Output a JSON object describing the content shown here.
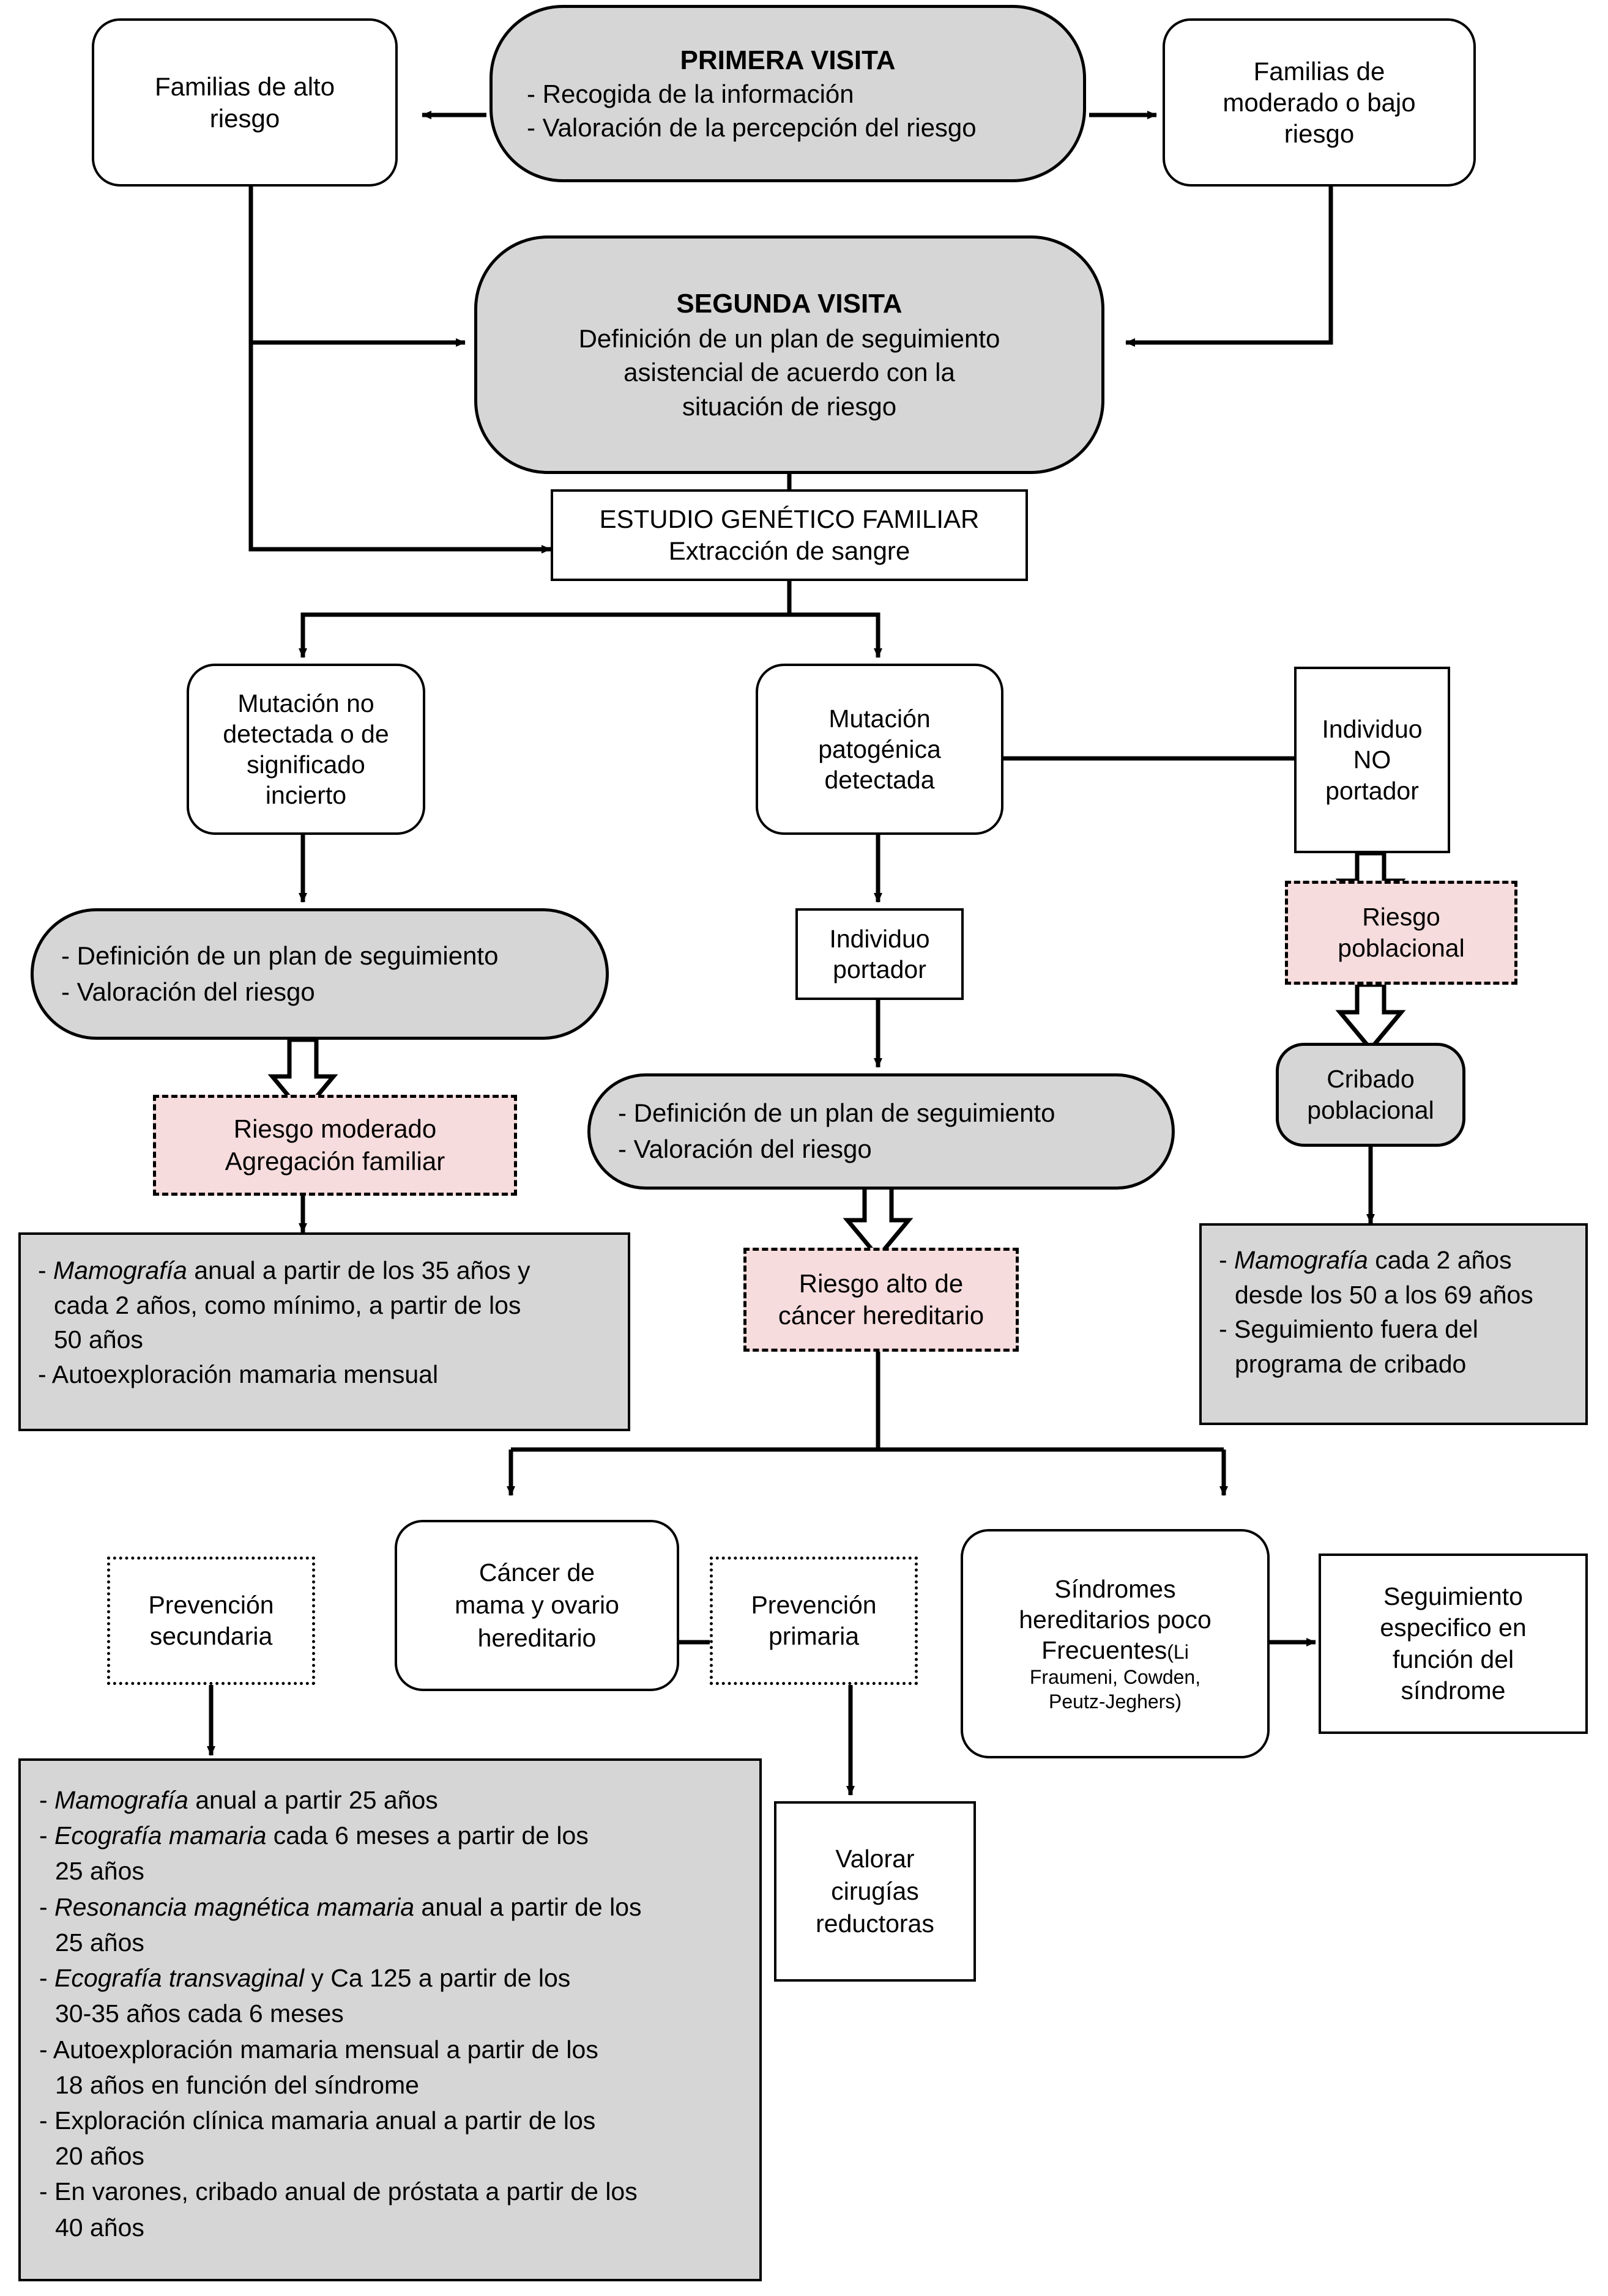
{
  "diagram": {
    "title": "Algoritmo de actuacion en consejo genetico de cancer hereditario",
    "colors": {
      "gray_fill": "#d6d6d6",
      "pink_fill": "#f6dcdc",
      "stroke": "#000000",
      "white_fill": "#ffffff"
    }
  },
  "nodes": {
    "familias_alto": {
      "label": "Familias de alto\nriesgo"
    },
    "primera_visita": {
      "title": "PRIMERA VISITA",
      "line1": "- Recogida de la información",
      "line2": "- Valoración de la percepción del riesgo"
    },
    "familias_moderado": {
      "label": "Familias de\nmoderado o bajo\nriesgo"
    },
    "segunda_visita": {
      "title": "SEGUNDA VISITA",
      "line1": "Definición de un plan de seguimiento",
      "line2": "asistencial de acuerdo con la",
      "line3": "situación de riesgo"
    },
    "estudio_genetico": {
      "line1": "ESTUDIO GENÉTICO FAMILIAR",
      "line2": "Extracción de sangre"
    },
    "mutacion_no_detectada": {
      "label": "Mutación no\ndetectada o de\nsignificado\nincierto"
    },
    "mutacion_patogenica": {
      "label": "Mutación\npatogénica\ndetectada"
    },
    "individuo_no_portador": {
      "label": "Individuo\nNO\nportador"
    },
    "plan_seguimiento_izq": {
      "line1": "- Definición de un plan de seguimiento",
      "line2": "- Valoración del riesgo"
    },
    "individuo_portador": {
      "label": "Individuo\nportador"
    },
    "riesgo_poblacional": {
      "label": "Riesgo\npoblacional"
    },
    "riesgo_moderado": {
      "line1": "Riesgo moderado",
      "line2": "Agregación familiar"
    },
    "plan_seguimiento_centro": {
      "line1": "- Definición de un plan de seguimiento",
      "line2": "- Valoración del riesgo"
    },
    "cribado_poblacional": {
      "label": "Cribado\npoblacional"
    },
    "riesgo_alto": {
      "line1": "Riesgo alto de",
      "line2": "cáncer hereditario"
    },
    "seguimiento_moderado": {
      "items": [
        {
          "prefix": "- ",
          "em": "Mamografía",
          "rest": " anual a partir de los 35 años y"
        },
        {
          "prefix": "",
          "em": "",
          "rest": "cada 2 años, como mínimo, a partir de los"
        },
        {
          "prefix": "",
          "em": "",
          "rest": "50 años"
        },
        {
          "prefix": "- ",
          "em": "",
          "rest": "Autoexploración mamaria mensual"
        }
      ]
    },
    "seguimiento_poblacional": {
      "items": [
        {
          "prefix": "- ",
          "em": "Mamografía",
          "rest": " cada 2 años"
        },
        {
          "prefix": "",
          "em": "",
          "rest": "desde los 50 a los 69 años"
        },
        {
          "prefix": "- ",
          "em": "",
          "rest": "Seguimiento fuera del"
        },
        {
          "prefix": "",
          "em": "",
          "rest": "programa de cribado"
        }
      ]
    },
    "prevencion_secundaria": {
      "label": "Prevención\nsecundaria"
    },
    "cancer_mama_ovario": {
      "label": "Cáncer de\nmama y ovario\nhereditario"
    },
    "prevencion_primaria": {
      "label": "Prevención\nprimaria"
    },
    "sindromes_raros": {
      "line1": "Síndromes",
      "line2": "hereditarios poco",
      "line3": "Frecuentes",
      "line3_small": "(Li",
      "line4": "Fraumeni, Cowden,",
      "line5": "Peutz-Jeghers)"
    },
    "seguimiento_especifico": {
      "label": "Seguimiento\nespecifico en\nfunción del\nsíndrome"
    },
    "valorar_cirugias": {
      "label": "Valorar\ncirugías\nreductoras"
    },
    "seguimiento_alto_riesgo": {
      "items": [
        {
          "prefix": "- ",
          "em": "Mamografía",
          "rest": " anual a partir 25 años"
        },
        {
          "prefix": "- ",
          "em": "Ecografía mamaria",
          "rest": " cada 6 meses a partir de los"
        },
        {
          "prefix": "",
          "em": "",
          "rest": "25 años"
        },
        {
          "prefix": "- ",
          "em": "Resonancia magnética mamaria",
          "rest": " anual a partir de los"
        },
        {
          "prefix": "",
          "em": "",
          "rest": "25 años"
        },
        {
          "prefix": "- ",
          "em": "Ecografía transvaginal",
          "rest": " y Ca 125 a partir de los"
        },
        {
          "prefix": "",
          "em": "",
          "rest": "30-35 años cada 6 meses"
        },
        {
          "prefix": "- ",
          "em": "",
          "rest": "Autoexploración mamaria mensual a partir de los"
        },
        {
          "prefix": "",
          "em": "",
          "rest": "18 años en función del síndrome"
        },
        {
          "prefix": "- ",
          "em": "",
          "rest": "Exploración clínica mamaria anual a partir de los"
        },
        {
          "prefix": "",
          "em": "",
          "rest": "20 años"
        },
        {
          "prefix": "- ",
          "em": "",
          "rest": "En varones, cribado anual de próstata a partir de los"
        },
        {
          "prefix": "",
          "em": "",
          "rest": "40 años"
        }
      ]
    }
  }
}
